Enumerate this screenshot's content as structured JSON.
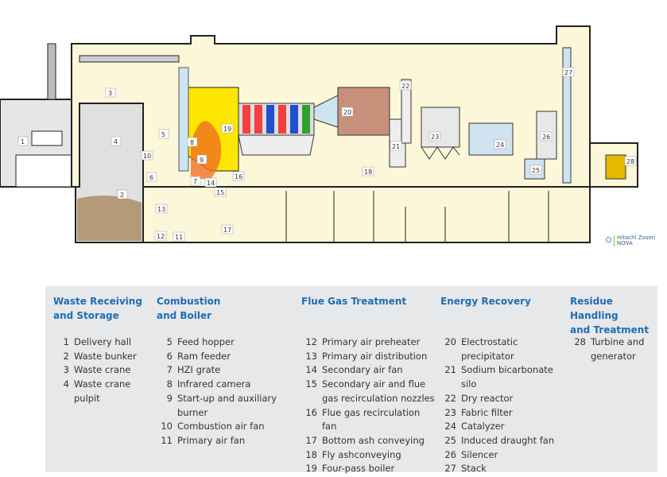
{
  "diagram": {
    "labels": [
      "1",
      "2",
      "3",
      "4",
      "5",
      "6",
      "7",
      "8",
      "9",
      "10",
      "11",
      "12",
      "13",
      "14",
      "15",
      "16",
      "17",
      "18",
      "19",
      "20",
      "21",
      "22",
      "23",
      "24",
      "25",
      "26",
      "27",
      "28"
    ],
    "copyright_line1": "Hitachi Zosen",
    "copyright_line2": "NOVA",
    "colors": {
      "building": "#fdf7d9",
      "boiler": "#ffe600",
      "flame": "#f07020",
      "legend_bg": "#e7e8e9",
      "heading": "#1f6db3"
    }
  },
  "legend": {
    "columns": [
      {
        "title_1": "Waste Receiving",
        "title_2": "and Storage",
        "items": [
          {
            "n": "1",
            "text": "Delivery hall"
          },
          {
            "n": "2",
            "text": "Waste bunker"
          },
          {
            "n": "3",
            "text": "Waste crane"
          },
          {
            "n": "4",
            "text": "Waste crane pulpit"
          }
        ]
      },
      {
        "title_1": "Combustion",
        "title_2": "and Boiler",
        "items": [
          {
            "n": "5",
            "text": "Feed hopper"
          },
          {
            "n": "6",
            "text": "Ram feeder"
          },
          {
            "n": "7",
            "text": "HZI grate"
          },
          {
            "n": "8",
            "text": "Infrared camera"
          },
          {
            "n": "9",
            "text": "Start-up and auxiliary burner"
          },
          {
            "n": "10",
            "text": "Combustion air fan"
          },
          {
            "n": "11",
            "text": "Primary air fan"
          }
        ]
      },
      {
        "title_1": "Flue Gas Treatment",
        "title_2": "",
        "items": [
          {
            "n": "12",
            "text": "Primary air preheater"
          },
          {
            "n": "13",
            "text": "Primary air distribution"
          },
          {
            "n": "14",
            "text": "Secondary air fan"
          },
          {
            "n": "15",
            "text": "Secondary air and flue gas recirculation nozzles"
          },
          {
            "n": "16",
            "text": "Flue gas recirculation fan"
          },
          {
            "n": "17",
            "text": "Bottom ash conveying"
          },
          {
            "n": "18",
            "text": "Fly ashconveying"
          },
          {
            "n": "19",
            "text": "Four-pass boiler"
          }
        ]
      },
      {
        "title_1": "Energy Recovery",
        "title_2": "",
        "items": [
          {
            "n": "20",
            "text": "Electrostatic precipitator"
          },
          {
            "n": "21",
            "text": "Sodium bicarbonate silo"
          },
          {
            "n": "22",
            "text": "Dry reactor"
          },
          {
            "n": "23",
            "text": "Fabric filter"
          },
          {
            "n": "24",
            "text": "Catalyzer"
          },
          {
            "n": "25",
            "text": "Induced draught fan"
          },
          {
            "n": "26",
            "text": "Silencer"
          },
          {
            "n": "27",
            "text": "Stack"
          }
        ]
      },
      {
        "title_1": "Residue Handling",
        "title_2": "and Treatment",
        "items": [
          {
            "n": "28",
            "text": "Turbine and generator"
          }
        ]
      }
    ]
  }
}
